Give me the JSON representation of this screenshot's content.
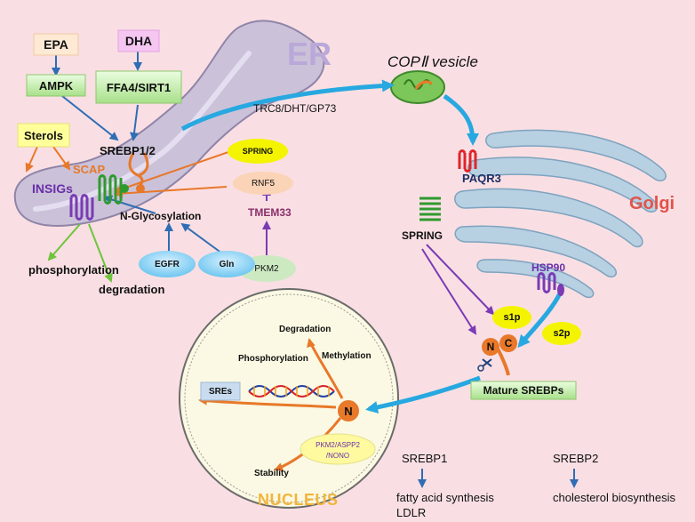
{
  "organelles": {
    "er_label": "ER",
    "golgi_label": "Golgi",
    "vesicle_label": "COPⅡ vesicle",
    "nucleus_label": "NUCLEUS"
  },
  "regulators": {
    "epa": "EPA",
    "dha": "DHA",
    "ampk": "AMPK",
    "ffa4_sirt1": "FFA4/SIRT1",
    "sterols": "Sterols",
    "scap": "SCAP",
    "srebp12": "SREBP1/2",
    "insigs": "INSIGs",
    "spring_top": "SPRING",
    "rnf5": "RNF5",
    "tmem33": "TMEM33",
    "pkm2": "PKM2",
    "n_glycosylation": "N-Glycosylation",
    "egfr": "EGFR",
    "gln": "Gln",
    "phosphorylation": "phosphorylation",
    "degradation": "degradation",
    "trc8": "TRC8/DHT/GP73",
    "paqr3": "PAQR3",
    "spring_golgi": "SPRING",
    "hsp90": "HSP90",
    "s1p": "s1p",
    "s2p": "s2p",
    "n_term": "N",
    "c_term": "C",
    "mature_srebps": "Mature SREBPs"
  },
  "nucleus": {
    "degradation": "Degradation",
    "phosphorylation": "Phosphorylation",
    "methylation": "Methylation",
    "sres": "SREs",
    "n_node": "N",
    "pkm2_complex_line1": "PKM2/ASPP2",
    "pkm2_complex_line2": "/NONO",
    "stability": "Stability"
  },
  "outputs": {
    "srebp1": "SREBP1",
    "srebp1_target1": "fatty acid synthesis",
    "srebp1_target2": "LDLR",
    "srebp2": "SREBP2",
    "srebp2_target": "cholesterol biosynthesis"
  },
  "colors": {
    "background": "#f9dfe3",
    "er_fill": "#cbc2d9",
    "golgi_fill": "#b7d0e2",
    "nucleus_fill": "#fbf9e3",
    "blue_arrow": "#27a8e0",
    "orange_arrow": "#e8782a",
    "purple_arrow": "#7a3bb5",
    "green_arrow": "#6ec43c",
    "spring_yellow": "#f4f400"
  }
}
